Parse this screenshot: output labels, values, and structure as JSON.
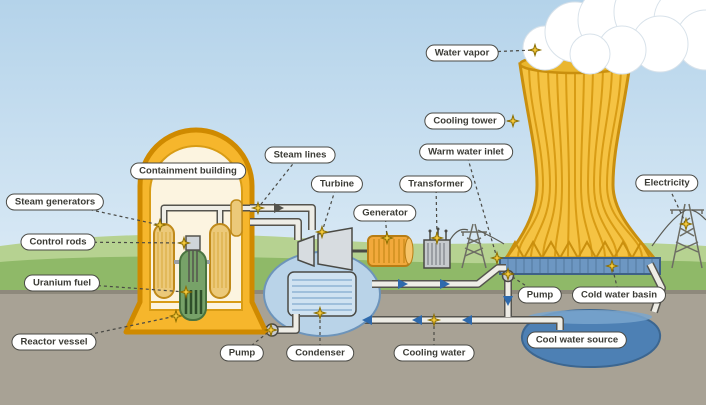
{
  "diagram": {
    "type": "nuclear-power-plant-diagram",
    "labels": {
      "water_vapor": "Water vapor",
      "cooling_tower": "Cooling tower",
      "warm_water_inlet": "Warm water inlet",
      "electricity": "Electricity",
      "steam_lines": "Steam lines",
      "turbine": "Turbine",
      "generator": "Generator",
      "transformer": "Transformer",
      "containment_building": "Containment building",
      "steam_generators": "Steam generators",
      "control_rods": "Control rods",
      "uranium_fuel": "Uranium fuel",
      "reactor_vessel": "Reactor vessel",
      "pump_primary": "Pump",
      "condenser": "Condenser",
      "cooling_water": "Cooling water",
      "pump_cooling": "Pump",
      "cold_water_basin": "Cold water basin",
      "cool_water_source": "Cool water source"
    },
    "colors": {
      "sky": "#bcd7ec",
      "grass": "#8fb968",
      "earth": "#a8a295",
      "structure_yellow": "#f5b52e",
      "structure_outline": "#c98f0e",
      "water_blue": "#4d80b4",
      "label_border": "#4a4a45",
      "connector_star": "#f6c93d",
      "flow_arrow": "#2e6aad"
    }
  }
}
